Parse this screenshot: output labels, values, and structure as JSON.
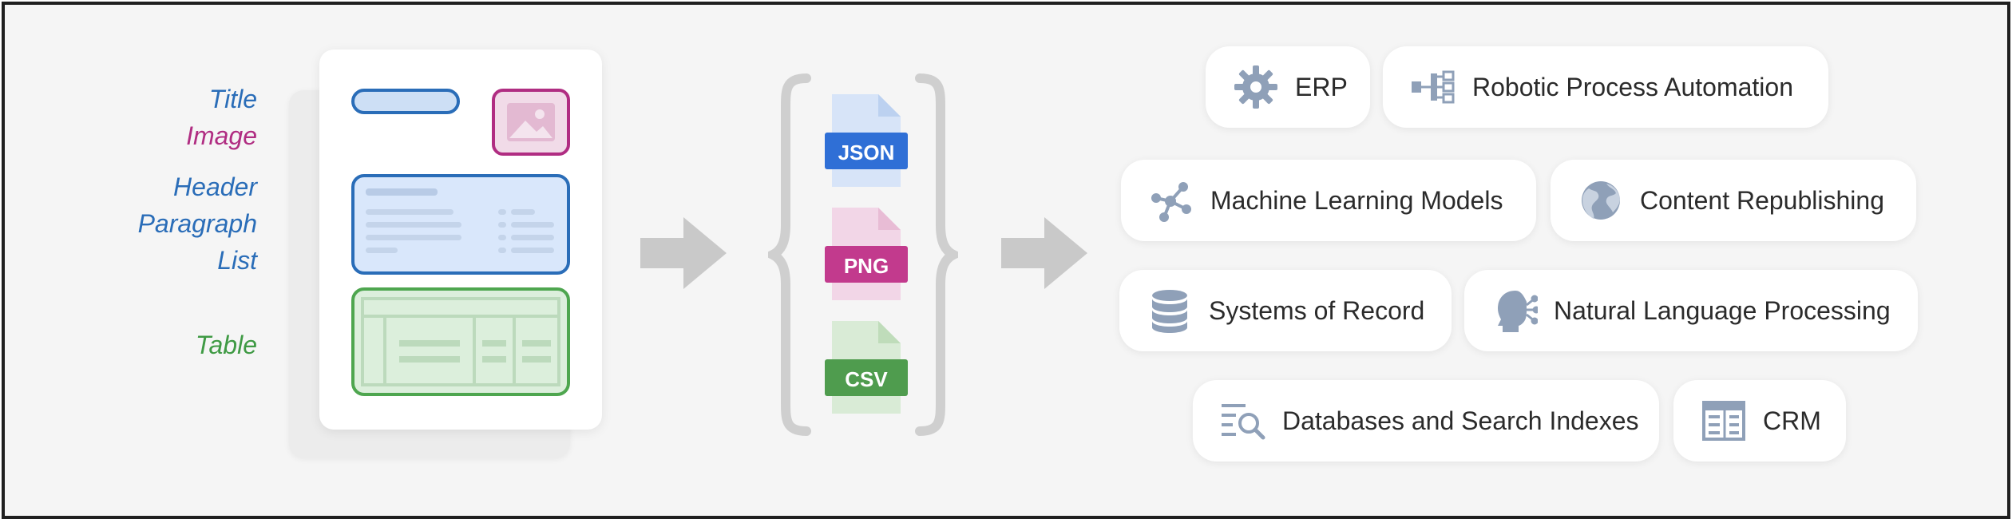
{
  "labels": {
    "title": "Title",
    "image": "Image",
    "header": "Header",
    "paragraph": "Paragraph",
    "list": "List",
    "table": "Table"
  },
  "formats": [
    {
      "label": "JSON",
      "color": "#2f6fd6",
      "page_color": "#d7e4f8"
    },
    {
      "label": "PNG",
      "color": "#c23a8d",
      "page_color": "#f2d6e7"
    },
    {
      "label": "CSV",
      "color": "#4f9c4e",
      "page_color": "#d9ebd6"
    }
  ],
  "destinations": [
    {
      "label": "ERP",
      "icon": "gear-icon"
    },
    {
      "label": "Robotic Process Automation",
      "icon": "process-flow-icon"
    },
    {
      "label": "Machine Learning Models",
      "icon": "network-nodes-icon"
    },
    {
      "label": "Content Republishing",
      "icon": "globe-icon"
    },
    {
      "label": "Systems of Record",
      "icon": "database-icon"
    },
    {
      "label": "Natural Language Processing",
      "icon": "head-brain-icon"
    },
    {
      "label": "Databases and Search Indexes",
      "icon": "search-list-icon"
    },
    {
      "label": "CRM",
      "icon": "table-grid-icon"
    }
  ],
  "colors": {
    "blue": "#2a6db8",
    "magenta": "#b02d82",
    "green": "#3f9a44",
    "icon_gray": "#8fa0b8",
    "arrow_gray": "#c9c9c9"
  }
}
